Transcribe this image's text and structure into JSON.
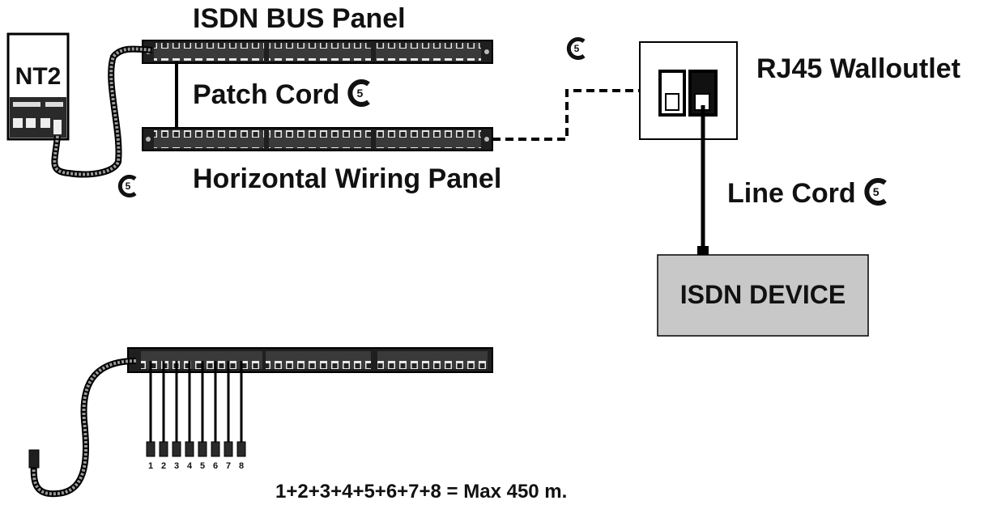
{
  "labels": {
    "isdn_bus_panel": "ISDN BUS Panel",
    "patch_cord": "Patch Cord",
    "horizontal_wiring_panel": "Horizontal Wiring Panel",
    "rj45_walloutlet": "RJ45 Walloutlet",
    "line_cord": "Line Cord",
    "isdn_device": "ISDN DEVICE",
    "nt2": "NT2",
    "formula": "1+2+3+4+5+6+7+8 = Max 450 m."
  },
  "category_badge": "5",
  "port_numbers": [
    "1",
    "2",
    "3",
    "4",
    "5",
    "6",
    "7",
    "8"
  ],
  "colors": {
    "ink": "#111111",
    "panel_fill": "#2a2a2a",
    "device_fill": "#c8c8c8"
  }
}
